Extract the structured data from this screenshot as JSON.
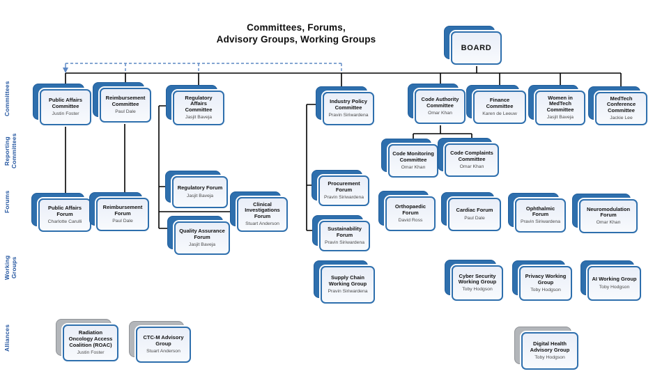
{
  "slide_title": {
    "line1": "Committees, Forums,",
    "line2": "Advisory Groups, Working Groups"
  },
  "board": {
    "label": "BOARD"
  },
  "row_labels": {
    "committees": "Committees",
    "reporting_committees": "Reporting\nCommittees",
    "forums": "Forums",
    "working_groups": "Working\nGroups",
    "alliances": "Alliances"
  },
  "colors": {
    "box_blue": "#2e6fad",
    "box_fill_light": "#e9eef8",
    "box_gray": "#b3b6ba",
    "connector_black": "#000000",
    "connector_dashed_blue": "#5b87c4",
    "row_label_blue": "#2456a0"
  },
  "nodes": {
    "public_affairs_committee": {
      "title": "Public Affairs Committee",
      "person": "Justin Foster"
    },
    "reimbursement_committee": {
      "title": "Reimbursement Committee",
      "person": "Paul Dale"
    },
    "regulatory_affairs_committee": {
      "title": "Regulatory Affairs Committee",
      "person": "Jasjit Baveja"
    },
    "industry_policy_committee": {
      "title": "Industry Policy Committee",
      "person": "Pravin Siriwardena"
    },
    "code_authority_committee": {
      "title": "Code Authority Committee",
      "person": "Omar Khan"
    },
    "finance_committee": {
      "title": "Finance Committee",
      "person": "Karen de Leeuw"
    },
    "women_in_medtech_committee": {
      "title": "Women in MedTech Committee",
      "person": "Jasjit Baveja"
    },
    "medtech_conference_committee": {
      "title": "MedTech Conference Committee",
      "person": "Jackie Lee"
    },
    "code_monitoring_committee": {
      "title": "Code Monitoring Committee",
      "person": "Omar Khan"
    },
    "code_complaints_committee": {
      "title": "Code Complaints Committee",
      "person": "Omar Khan"
    },
    "public_affairs_forum": {
      "title": "Public Affairs Forum",
      "person": "Charlotte Carulli"
    },
    "reimbursement_forum": {
      "title": "Reimbursement Forum",
      "person": "Paul Dale"
    },
    "regulatory_forum": {
      "title": "Regulatory Forum",
      "person": "Jasjit Baveja"
    },
    "clinical_investigations_forum": {
      "title": "Clinical Investigations Forum",
      "person": "Stuart Anderson"
    },
    "quality_assurance_forum": {
      "title": "Quality Assurance Forum",
      "person": "Jasjit Baveja"
    },
    "procurement_forum": {
      "title": "Procurement Forum",
      "person": "Pravin Siriwardena"
    },
    "sustainability_forum": {
      "title": "Sustainability Forum",
      "person": "Pravin Siriwardena"
    },
    "orthopaedic_forum": {
      "title": "Orthopaedic Forum",
      "person": "David Ross"
    },
    "cardiac_forum": {
      "title": "Cardiac Forum",
      "person": "Paul Dale"
    },
    "ophthalmic_forum": {
      "title": "Ophthalmic Forum",
      "person": "Pravin Siriwardena"
    },
    "neuromodulation_forum": {
      "title": "Neuromodulation Forum",
      "person": "Omar Khan"
    },
    "supply_chain_working_group": {
      "title": "Supply Chain Working Group",
      "person": "Pravin Siriwardena"
    },
    "cyber_security_working_group": {
      "title": "Cyber Security Working Group",
      "person": "Toby Hodgson"
    },
    "privacy_working_group": {
      "title": "Privacy Working Group",
      "person": "Toby Hodgson"
    },
    "ai_working_group": {
      "title": "AI Working Group",
      "person": "Toby Hodgson"
    },
    "roac_coalition": {
      "title": "Radiation Oncology Access Coalition (ROAC)",
      "person": "Justin Foster"
    },
    "ctcm_advisory_group": {
      "title": "CTC-M Advisory Group",
      "person": "Stuart Anderson"
    },
    "digital_health_advisory_group": {
      "title": "Digital Health Advisory Group",
      "person": "Toby Hodgson"
    }
  }
}
